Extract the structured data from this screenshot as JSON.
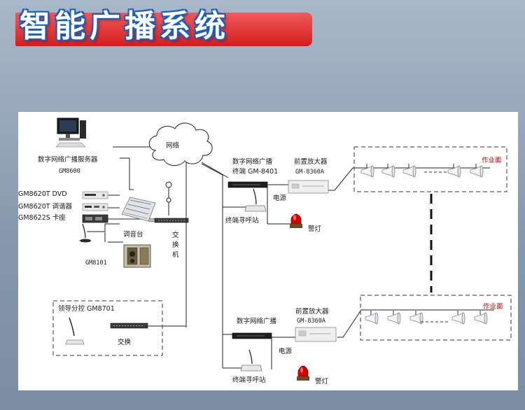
{
  "title": "智能广播系统",
  "labels": {
    "server_name": "数字网络广播服务器",
    "server_model": "GM8600",
    "network": "网络",
    "dvd": "GM8620T  DVD",
    "tuner": "GM8620T 调谐器",
    "cassette": "GM8622S 卡座",
    "mixer": "调音台",
    "switch_vertical": "交换机",
    "mic_model": "GM8101",
    "leader_control": "领导分控 GM8701",
    "switch_leader": "交换",
    "terminal_top_line1": "数字网络广播",
    "terminal_top_line2": "终端 GM-8401",
    "terminal_bottom": "数字网络广播",
    "preamp_top": "前置放大器",
    "preamp_top_model": "GM-8360A",
    "preamp_bottom": "前置放大器",
    "preamp_bottom_model": "GM-8360A",
    "power_top": "电源",
    "power_bottom": "电源",
    "callstation_top": "终端寻呼站",
    "callstation_bottom": "终端寻呼站",
    "alarm_top": "警灯",
    "alarm_bottom": "警灯",
    "work_area_top": "作业面",
    "work_area_bottom": "作业面"
  },
  "colors": {
    "title_banner": "#d51d1d",
    "title_text": "#ffffff",
    "title_outline": "#1a5fbf",
    "work_area_text": "#c00000",
    "alarm_light": "#d40000"
  }
}
